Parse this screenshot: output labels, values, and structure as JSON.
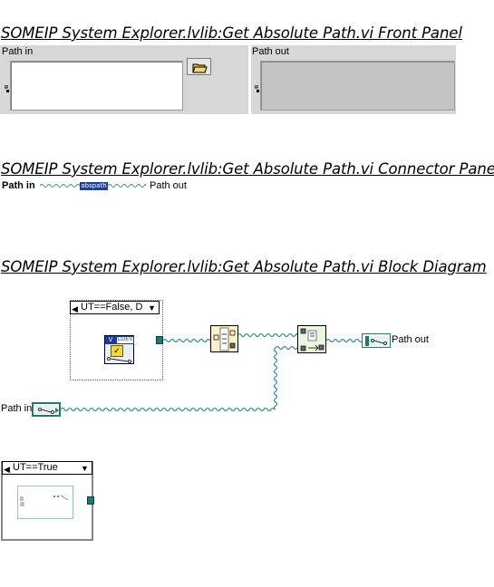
{
  "front_panel": {
    "title": "SOMEIP System Explorer.lvlib:Get Absolute Path.vi Front Panel",
    "path_in_label": "Path in",
    "path_out_label": "Path out"
  },
  "connector_pane": {
    "title": "SOMEIP System Explorer.lvlib:Get Absolute Path.vi Connector Pane",
    "input_label": "Path in",
    "icon_text": "abspath",
    "output_label": "Path out"
  },
  "block_diagram": {
    "title": "SOMEIP System Explorer.lvlib:Get Absolute Path.vi Block Diagram",
    "case_false_label": "UT==False, D",
    "subvi_badge": "CDEV",
    "path_out_label": "Path out",
    "path_in_label": "Path in",
    "case_true_label": "UT==True"
  },
  "colors": {
    "path_wire": "#3f8f8a",
    "panel_bg": "#d7d7d7",
    "terminal_teal": "#1f7a74"
  }
}
